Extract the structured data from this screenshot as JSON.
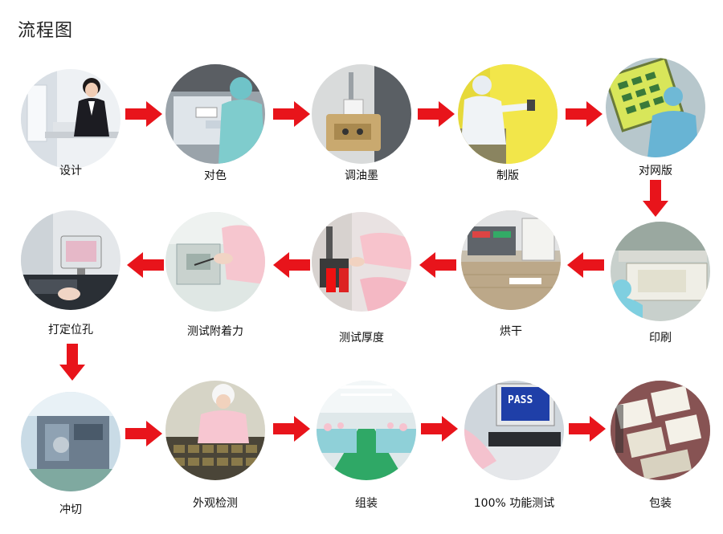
{
  "title": "流程图",
  "steps": [
    {
      "label": "设计",
      "photo": "designer-at-computer"
    },
    {
      "label": "对色",
      "photo": "color-matching-booth"
    },
    {
      "label": "调油墨",
      "photo": "ink-mixer"
    },
    {
      "label": "制版",
      "photo": "plate-making-yellow-screen"
    },
    {
      "label": "对网版",
      "photo": "screen-alignment"
    },
    {
      "label": "印刷",
      "photo": "printing-machine"
    },
    {
      "label": "烘干",
      "photo": "drying-oven"
    },
    {
      "label": "测试厚度",
      "photo": "thickness-testing"
    },
    {
      "label": "测试附着力",
      "photo": "adhesion-testing"
    },
    {
      "label": "打定位孔",
      "photo": "hole-punch-monitor"
    },
    {
      "label": "冲切",
      "photo": "die-cutting-machine"
    },
    {
      "label": "外观检测",
      "photo": "visual-inspection-worker"
    },
    {
      "label": "组装",
      "photo": "assembly-workshop"
    },
    {
      "label": "100% 功能测试",
      "photo": "function-test-pass-screen"
    },
    {
      "label": "包装",
      "photo": "packaged-products"
    }
  ],
  "pass_text": "PASS",
  "colors": {
    "arrow": "#e8141b",
    "text": "#111111"
  }
}
